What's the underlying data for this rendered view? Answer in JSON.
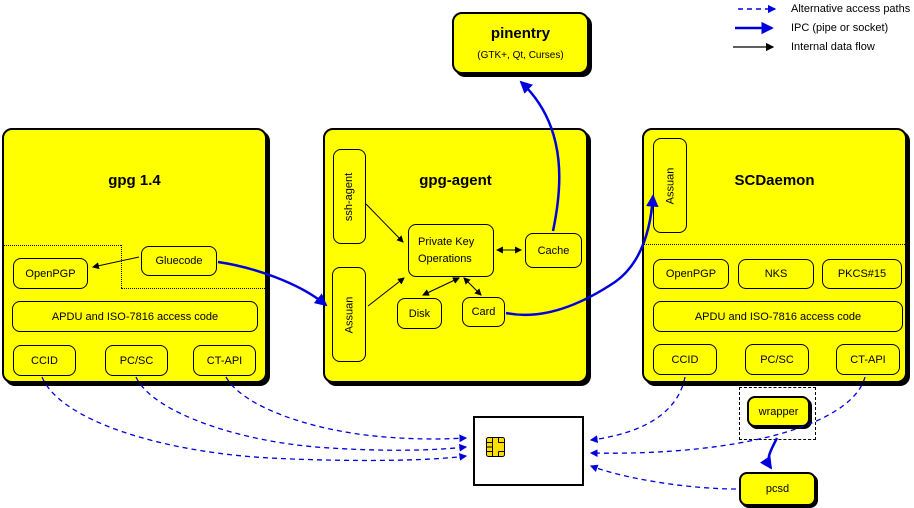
{
  "colors": {
    "box_yellow": "#ffff00",
    "arrow_blue": "#0000dd",
    "line_black": "#000000",
    "card_white": "#ffffff",
    "chip_gold": "#ffdf00"
  },
  "legend": {
    "items": [
      {
        "label": "Alternative access paths"
      },
      {
        "label": "IPC (pipe or socket)"
      },
      {
        "label": "Internal data flow"
      }
    ]
  },
  "pinentry": {
    "title": "pinentry",
    "subtitle": "(GTK+, Qt, Curses)"
  },
  "gpg14": {
    "title": "gpg 1.4",
    "gluecode": "Gluecode",
    "openpgp": "OpenPGP",
    "apdu": "APDU and ISO-7816 access code",
    "ccid": "CCID",
    "pcsc": "PC/SC",
    "ctapi": "CT-API"
  },
  "gpg_agent": {
    "title": "gpg-agent",
    "ssh_agent": "ssh-agent",
    "assuan": "Assuan",
    "private_key_line1": "Private Key",
    "private_key_line2": "Operations",
    "cache": "Cache",
    "disk": "Disk",
    "card": "Card"
  },
  "scdaemon": {
    "title": "SCDaemon",
    "assuan": "Assuan",
    "openpgp": "OpenPGP",
    "nks": "NKS",
    "pkcs15": "PKCS#15",
    "apdu": "APDU and ISO-7816 access code",
    "ccid": "CCID",
    "pcsc": "PC/SC",
    "ctapi": "CT-API"
  },
  "wrapper": {
    "label": "wrapper"
  },
  "pcsd": {
    "label": "pcsd"
  }
}
